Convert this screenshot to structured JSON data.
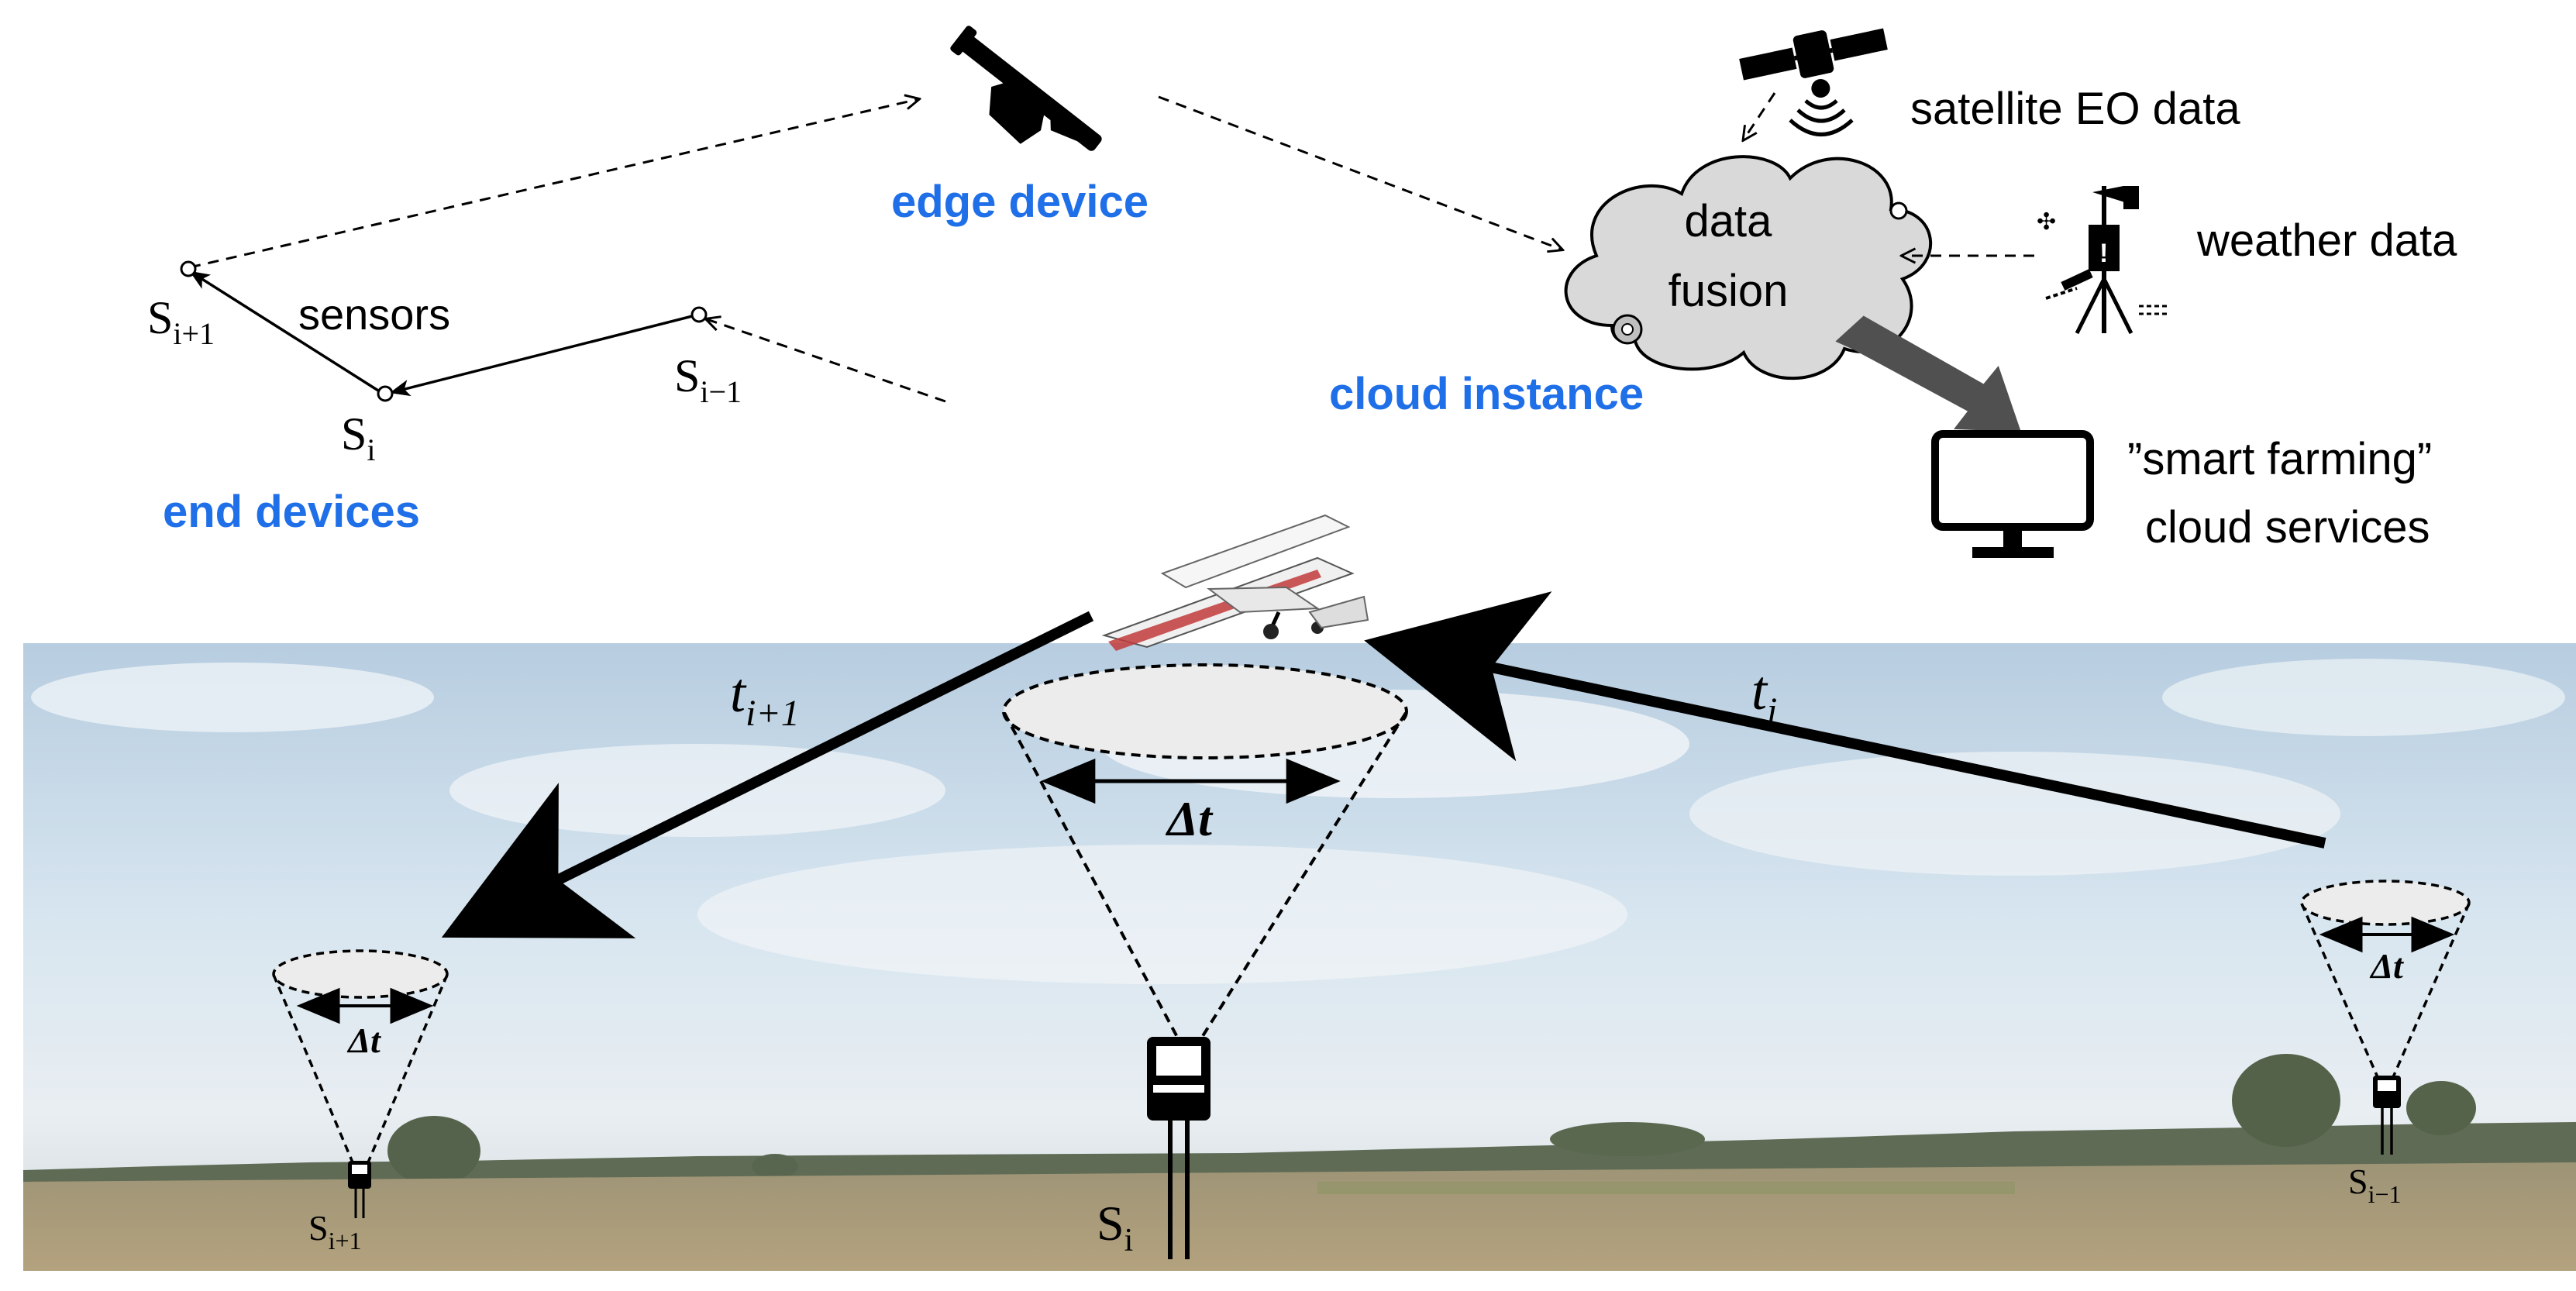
{
  "labels": {
    "edge_device": "edge device",
    "end_devices": "end devices",
    "cloud_instance": "cloud instance",
    "sensors": "sensors",
    "data_fusion_line1": "data",
    "data_fusion_line2": "fusion",
    "satellite_eo": "satellite EO data",
    "weather": "weather data",
    "smart_farming_line1": "”smart farming”",
    "smart_farming_line2": "cloud services"
  },
  "sensor_labels": {
    "base": "S",
    "sub_next": "i+1",
    "sub_current": "i",
    "sub_prev": "i−1"
  },
  "time_labels": {
    "t_base": "t",
    "sub_next": "i+1",
    "sub_current": "i",
    "delta": "Δt"
  },
  "colors": {
    "accent_blue": "#1f6fe8",
    "cloud_fill": "#d9d9d9",
    "arrow_gray": "#505050",
    "sky_top": "#c9dcea",
    "field": "#a89a78"
  }
}
